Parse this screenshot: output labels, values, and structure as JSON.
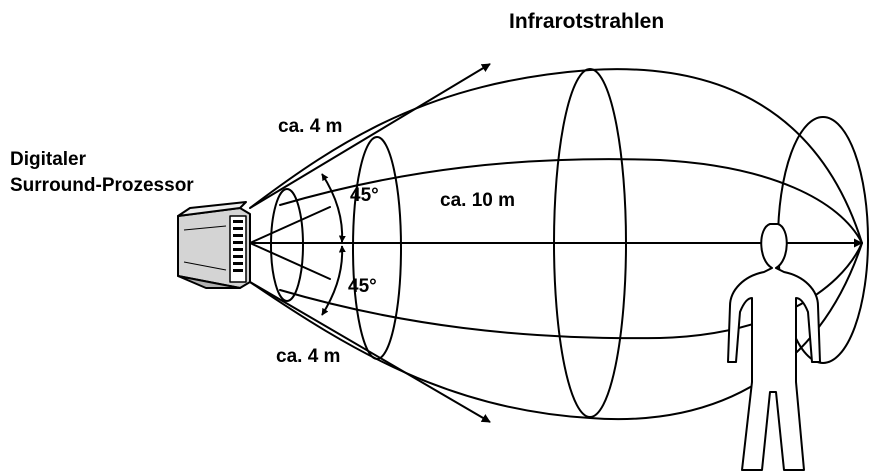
{
  "labels": {
    "title": "Infrarotstrahlen",
    "source_line1": "Digitaler",
    "source_line2": "Surround-Prozessor",
    "dist_upper": "ca. 4 m",
    "dist_lower": "ca. 4 m",
    "dist_center": "ca. 10 m",
    "angle_upper": "45°",
    "angle_lower": "45°"
  },
  "colors": {
    "stroke": "#000000",
    "background": "#ffffff"
  },
  "icons": {
    "device": "surround-processor-device-icon",
    "person": "person-silhouette-icon"
  }
}
